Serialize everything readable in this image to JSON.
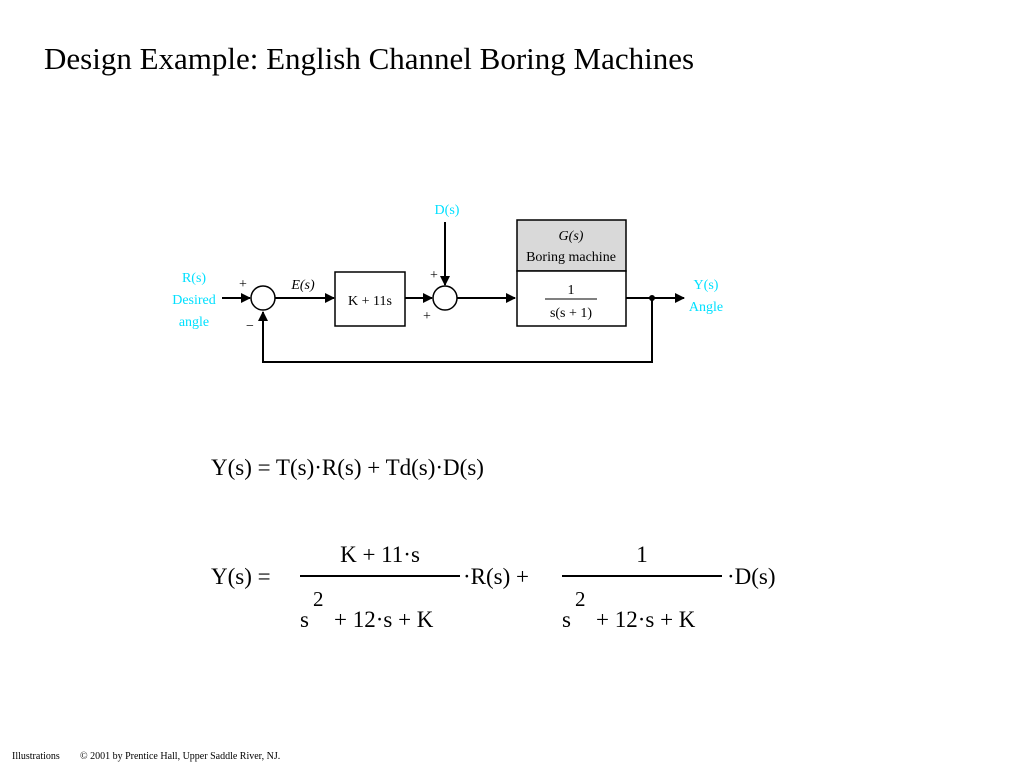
{
  "title": "Design Example: English Channel Boring Machines",
  "colors": {
    "signal_label": "#00e0ff",
    "block_fill": "#ffffff",
    "header_fill": "#d9d9d9",
    "line": "#000000"
  },
  "diagram": {
    "input_symbol": "R(s)",
    "input_line1": "Desired",
    "input_line2": "angle",
    "disturbance": "D(s)",
    "error": "E(s)",
    "controller": "K + 11s",
    "plant_name": "G(s)",
    "plant_desc": "Boring machine",
    "plant_num": "1",
    "plant_den": "s(s + 1)",
    "output_symbol": "Y(s)",
    "output_label": "Angle",
    "sum1_plus": "+",
    "sum1_minus": "−",
    "sum2_plus_top": "+",
    "sum2_plus_bottom": "+"
  },
  "equations": {
    "eq1": "Y(s) = T(s)·R(s) + Td(s)·D(s)",
    "eq2_lhs": "Y(s) =",
    "frac1_num": "K + 11·s",
    "frac1_den_base": "s",
    "frac1_den_exp": "2",
    "frac1_den_rest": "+ 12·s + K",
    "mid": "·R(s) +",
    "frac2_num": "1",
    "frac2_den_base": "s",
    "frac2_den_exp": "2",
    "frac2_den_rest": "+ 12·s + K",
    "tail": "·D(s)"
  },
  "footer": {
    "left": "Illustrations",
    "right": "© 2001 by Prentice Hall, Upper Saddle River, NJ."
  }
}
